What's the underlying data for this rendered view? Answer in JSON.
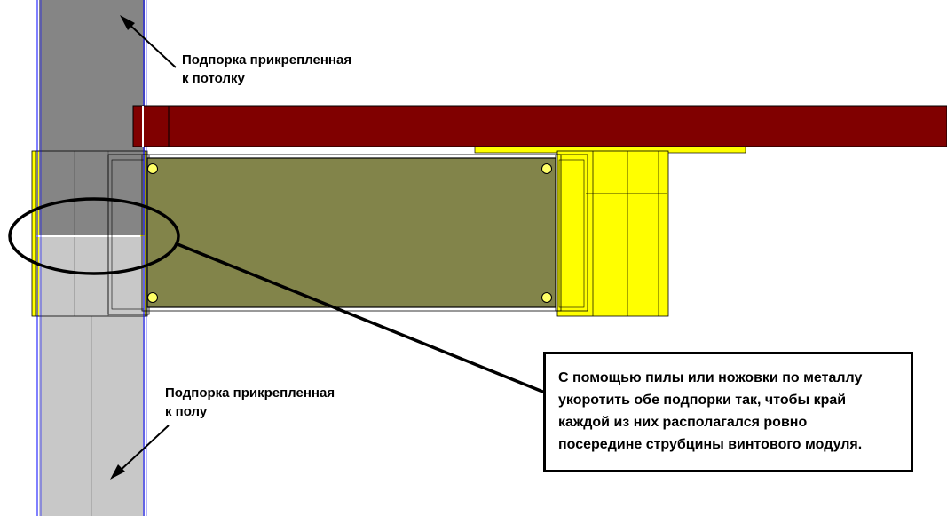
{
  "labels": {
    "ceiling_support": [
      "Подпорка прикрепленная",
      "к потолку"
    ],
    "floor_support": [
      "Подпорка прикрепленная",
      "к полу"
    ]
  },
  "callout": {
    "lines": [
      "С помощью пилы или ножовки по металлу",
      "укоротить обе подпорки так, чтобы край",
      "каждой из них располагался ровно",
      "посередине струбцины винтового модуля."
    ]
  },
  "colors": {
    "ceiling_support": "#858585",
    "floor_support": "#c8c8c8",
    "beam": "#800000",
    "screw_module_plate": "#82844a",
    "yellow_clamp": "#ffff00",
    "guide_line": "#0000ff"
  }
}
